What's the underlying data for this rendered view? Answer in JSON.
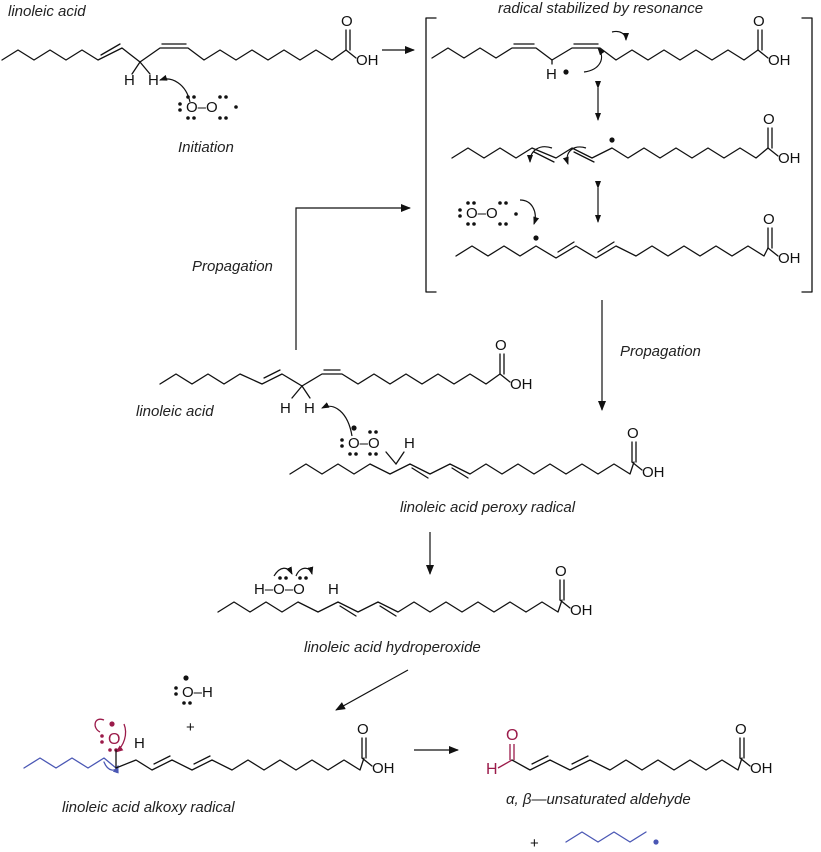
{
  "labels": {
    "linoleic_top": "linoleic acid",
    "resonance_title": "radical stabilized by resonance",
    "initiation": "Initiation",
    "propagation_left": "Propagation",
    "propagation_right": "Propagation",
    "linoleic_mid": "linoleic acid",
    "peroxy_radical": "linoleic acid peroxy radical",
    "hydroperoxide": "linoleic acid hydroperoxide",
    "alkoxy_radical": "linoleic acid alkoxy radical",
    "aldehyde": "α, β—unsaturated aldehyde",
    "plus_hydroxyl": "+",
    "plus_alkyl": "+"
  },
  "atoms": {
    "oh": "OH",
    "o": "O",
    "h": "H",
    "oxygen_dash": "O–H",
    "peroxide_oo": "O–O",
    "hydroperoxide_hoo": "H–O–O"
  },
  "colors": {
    "ink": "#111111",
    "aldehyde_red": "#9b1b4a",
    "alkyl_blue": "#4a57b4"
  }
}
